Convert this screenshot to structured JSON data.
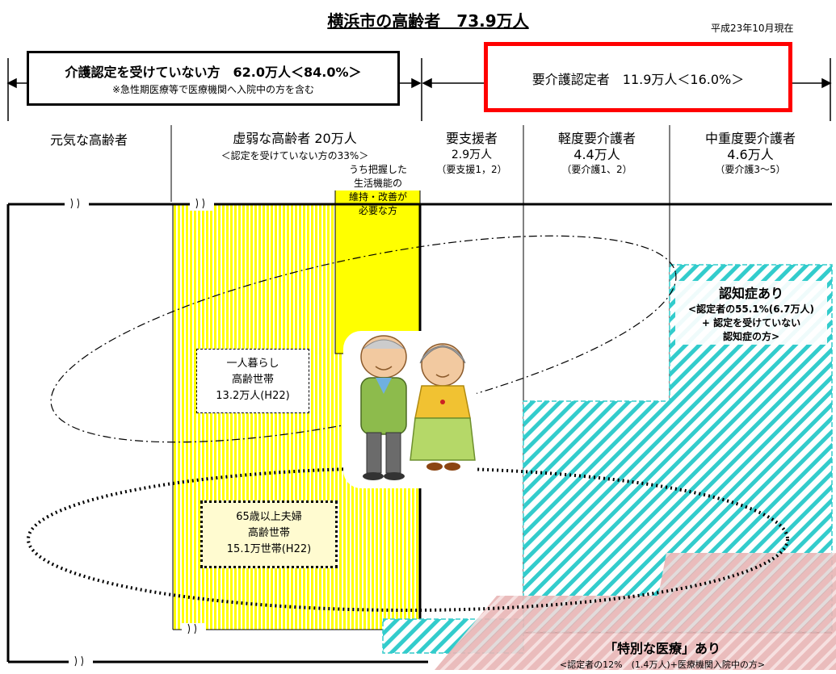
{
  "title": "横浜市の高齢者　73.9万人",
  "as_of": "平成23年10月現在",
  "not_certified": {
    "label": "介護認定を受けていない方　62.0万人＜84.0%＞",
    "note": "※急性期医療等で医療機関へ入院中の方を含む"
  },
  "certified": {
    "label": "要介護認定者　11.9万人＜16.0%＞"
  },
  "columns": {
    "healthy": {
      "title": "元気な高齢者"
    },
    "frail": {
      "title": "虚弱な高齢者 20万人",
      "sub": "＜認定を受けていない方の33%＞"
    },
    "support": {
      "title": "要支援者",
      "count": "2.9万人",
      "sub": "（要支援1，2）"
    },
    "light": {
      "title": "軽度要介護者",
      "count": "4.4万人",
      "sub": "（要介護1、2）"
    },
    "heavy": {
      "title": "中重度要介護者",
      "count": "4.6万人",
      "sub": "（要介護3～5）"
    }
  },
  "frail_subset": {
    "lines": [
      "うち把握した",
      "生活機能の",
      "維持・改善が",
      "必要な方"
    ]
  },
  "living_alone": {
    "lines": [
      "一人暮らし",
      "高齢世帯",
      "13.2万人(H22)"
    ]
  },
  "couples": {
    "lines": [
      "65歳以上夫婦",
      "高齢世帯",
      "15.1万世帯(H22)"
    ]
  },
  "dementia": {
    "title": "認知症あり",
    "lines": [
      "<認定者の55.1%(6.7万人)",
      "+ 認定を受けていない",
      "認知症の方>"
    ]
  },
  "special_medical": {
    "title": "「特別な医療」あり",
    "sub": "<認定者の12%　(1.4万人)+医療機関入院中の方>"
  },
  "colors": {
    "yellow": "#ffff00",
    "teal_hatch": "#33cccc",
    "pink": "#e8b4b4",
    "red_frame": "#ff0000"
  },
  "icons": {
    "elderly_couple": "elderly-couple-illustration",
    "break_mark": "wavy-break-mark"
  }
}
